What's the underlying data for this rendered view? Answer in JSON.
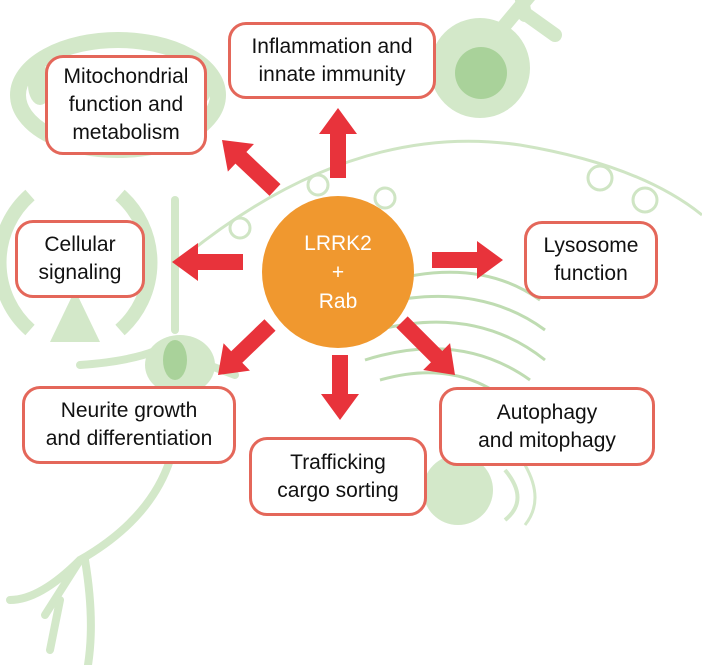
{
  "diagram": {
    "center": {
      "label": "LRRK2\n+\nRab",
      "color": "#f0982f"
    },
    "colors": {
      "arrow": "#e8333b",
      "box_border": "#e4675a",
      "background_art": "#cfe5c4",
      "background_art_dark": "#a9d29a"
    },
    "functions": [
      {
        "id": "mitochondrial",
        "label": "Mitochondrial\nfunction and\nmetabolism"
      },
      {
        "id": "inflammation",
        "label": "Inflammation and\ninnate immunity"
      },
      {
        "id": "cellular-signaling",
        "label": "Cellular\nsignaling"
      },
      {
        "id": "lysosome",
        "label": "Lysosome\nfunction"
      },
      {
        "id": "neurite",
        "label": "Neurite growth\nand differentiation"
      },
      {
        "id": "trafficking",
        "label": "Trafficking\ncargo sorting"
      },
      {
        "id": "autophagy",
        "label": "Autophagy\nand mitophagy"
      }
    ]
  }
}
